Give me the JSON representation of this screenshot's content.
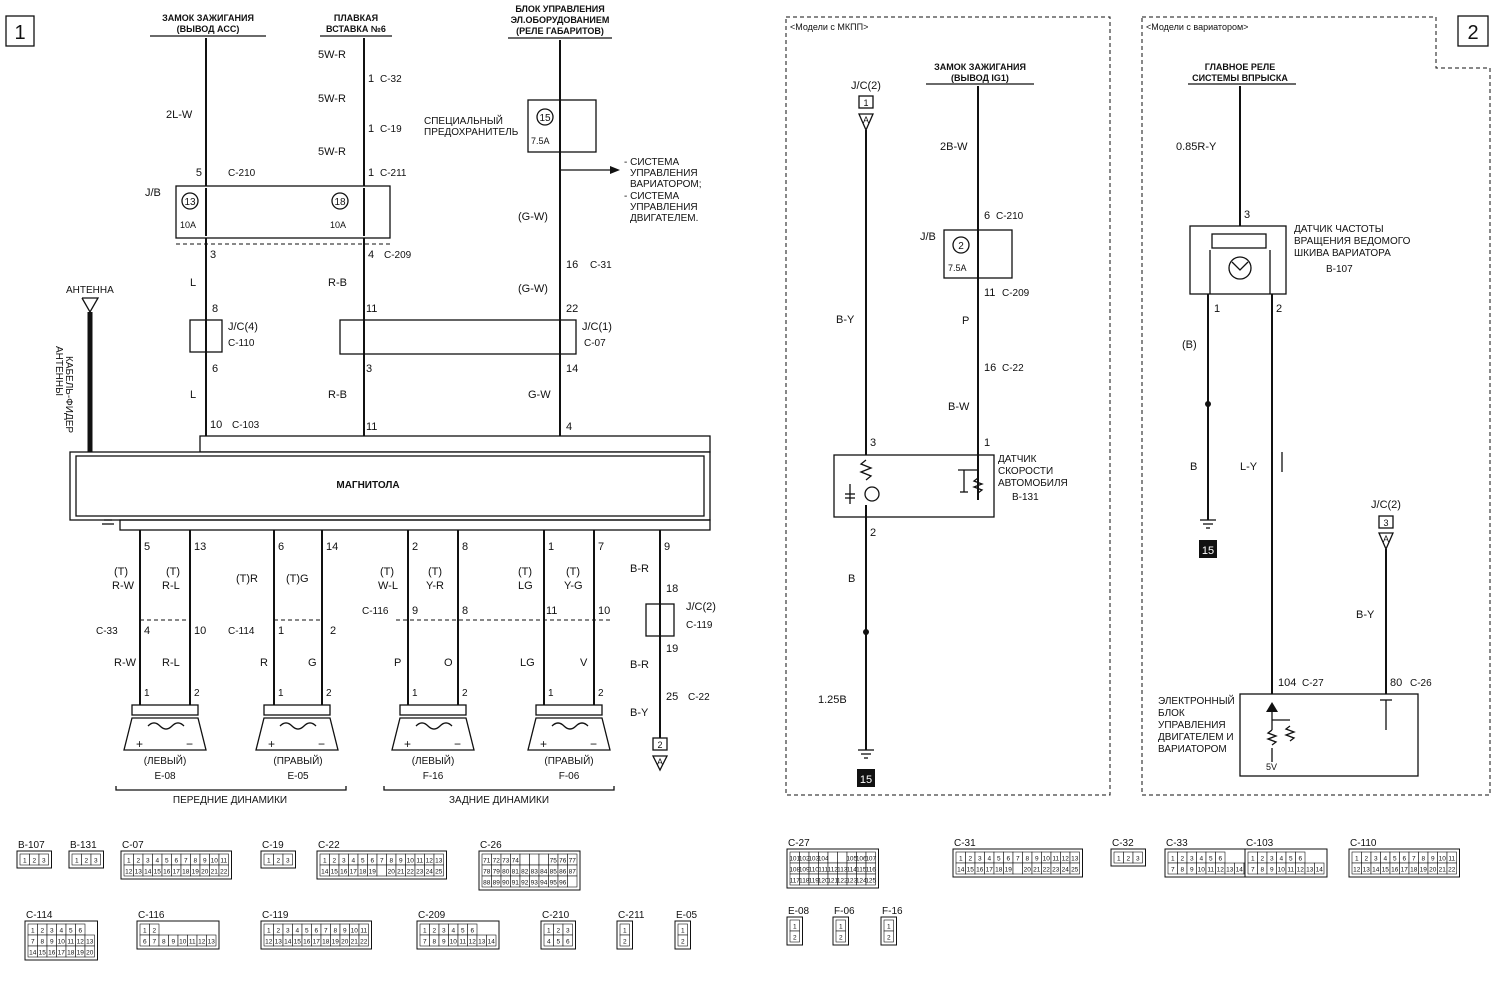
{
  "page_numbers": {
    "p1": "1",
    "p2": "2"
  },
  "top_labels": {
    "ign_acc": [
      "ЗАМОК ЗАЖИГАНИЯ",
      "(ВЫВОД АСС)"
    ],
    "fuse6": [
      "ПЛАВКАЯ",
      "ВСТАВКА №6"
    ],
    "ctrl_unit": [
      "БЛОК УПРАВЛЕНИЯ",
      "ЭЛ.ОБОРУДОВАНИЕМ",
      "(РЕЛЕ ГАБАРИТОВ)"
    ]
  },
  "special_fuse": {
    "label": [
      "СПЕЦИАЛЬНЫЙ",
      "ПРЕДОХРАНИТЕЛЬ"
    ],
    "num": "15",
    "rating": "7.5A"
  },
  "systems_note": [
    "- СИСТЕМА",
    "УПРАВЛЕНИЯ",
    "ВАРИАТОРОМ;",
    "- СИСТЕМА",
    "УПРАВЛЕНИЯ",
    "ДВИГАТЕЛЕМ."
  ],
  "jb": {
    "label": "J/B",
    "fuse1_num": "13",
    "fuse1_rating": "10A",
    "fuse2_num": "18",
    "fuse2_rating": "10A"
  },
  "wires1": {
    "w_2lw": "2L-W",
    "w_5wr_a": "5W-R",
    "w_5wr_b": "5W-R",
    "w_5wr_c": "5W-R",
    "w_l1": "L",
    "w_l2": "L",
    "w_rb1": "R-B",
    "w_rb2": "R-B",
    "w_gw1": "(G-W)",
    "w_gw2": "(G-W)",
    "w_gw3": "G-W"
  },
  "pins1": {
    "p5": "5",
    "p4": "4",
    "p3": "3",
    "p1a": "1",
    "p1b": "1",
    "p1c": "1",
    "p8": "8",
    "p6": "6",
    "p10": "10",
    "p11a": "11",
    "p3b": "3",
    "p11b": "11",
    "p16": "16",
    "p22": "22",
    "p14": "14",
    "p4b": "4"
  },
  "connectors1": {
    "c210": "C-210",
    "c211": "C-211",
    "c32": "C-32",
    "c19": "C-19",
    "c209": "C-209",
    "c31": "C-31",
    "c110": "C-110",
    "c07": "C-07",
    "c103": "C-103"
  },
  "jc": {
    "jc4": "J/C(4)",
    "jc1": "J/C(1)",
    "jc2": "J/C(2)"
  },
  "antenna": {
    "label": "АНТЕННА",
    "cable": [
      "КАБЕЛЬ-ФИДЕР",
      "АНТЕННЫ"
    ]
  },
  "radio": {
    "label": "МАГНИТОЛА"
  },
  "speaker_pins": [
    "5",
    "13",
    "6",
    "14",
    "2",
    "8",
    "1",
    "7",
    "9"
  ],
  "speaker_wires_top": [
    "(T)",
    "R-W",
    "(T)",
    "R-L",
    "(T)R",
    "(T)G",
    "(T)",
    "W-L",
    "(T)",
    "Y-R",
    "(T)",
    "LG",
    "(T)",
    "Y-G",
    "B-R"
  ],
  "speaker_conn": {
    "c33": "C-33",
    "c114": "C-114",
    "c116": "C-116",
    "c119": "C-119",
    "c22": "C-22"
  },
  "speaker_conn_pins": [
    "4",
    "10",
    "1",
    "2",
    "9",
    "8",
    "11",
    "10",
    "18",
    "19",
    "25"
  ],
  "speaker_wires_bottom": [
    "R-W",
    "R-L",
    "R",
    "G",
    "P",
    "O",
    "LG",
    "V",
    "B-R",
    "B-Y"
  ],
  "speaker_labels": {
    "fl": "(ЛЕВЫЙ)",
    "fr": "(ПРАВЫЙ)",
    "rl": "(ЛЕВЫЙ)",
    "rr": "(ПРАВЫЙ)",
    "e08": "E-08",
    "e05": "E-05",
    "f16": "F-16",
    "f06": "F-06",
    "front": "ПЕРЕДНИЕ ДИНАМИКИ",
    "rear": "ЗАДНИЕ ДИНАМИКИ",
    "plus": "+",
    "minus": "−",
    "one": "1",
    "two": "2",
    "ref2": "2",
    "refA": "A"
  },
  "section_mt": {
    "title": "<Модели с МКПП>",
    "jc2": "J/C(2)",
    "ref1": "1",
    "refA": "A",
    "ign": [
      "ЗАМОК ЗАЖИГАНИЯ",
      "(ВЫВОД IG1)"
    ],
    "w_2bw": "2B-W",
    "p6": "6",
    "c210": "C-210",
    "jb": "J/B",
    "fuse_num": "2",
    "fuse_rating": "7.5A",
    "p11": "11",
    "c209": "C-209",
    "w_p": "P",
    "p16": "16",
    "c22": "C-22",
    "w_bw": "B-W",
    "p1": "1",
    "w_by": "B-Y",
    "p3": "3",
    "p2": "2",
    "w_b": "B",
    "w_125b": "1.25B",
    "ground": "15",
    "sensor": [
      "ДАТЧИК",
      "СКОРОСТИ",
      "АВТОМОБИЛЯ"
    ],
    "b131": "B-131"
  },
  "section_cvt": {
    "title": "<Модели с вариатором>",
    "relay": [
      "ГЛАВНОЕ РЕЛЕ",
      "СИСТЕМЫ ВПРЫСКА"
    ],
    "w_085ry": "0.85R-Y",
    "p3": "3",
    "sensor": [
      "ДАТЧИК ЧАСТОТЫ",
      "ВРАЩЕНИЯ ВЕДОМОГО",
      "ШКИВА ВАРИАТОРА"
    ],
    "b107": "B-107",
    "p1": "1",
    "p2": "2",
    "w_bp": "(B)",
    "w_b": "B",
    "w_ly": "L-Y",
    "ground": "15",
    "jc2": "J/C(2)",
    "ref3": "3",
    "refA": "A",
    "w_by": "B-Y",
    "p104": "104",
    "c27": "C-27",
    "p80": "80",
    "c26": "C-26",
    "ecu": [
      "ЭЛЕКТРОННЫЙ",
      "БЛОК",
      "УПРАВЛЕНИЯ",
      "ДВИГАТЕЛЕМ И",
      "ВАРИАТОРОМ"
    ],
    "v5": "5V"
  },
  "connector_legend": [
    {
      "id": "B-107",
      "rows": [
        [
          "1",
          "2",
          "3"
        ]
      ]
    },
    {
      "id": "B-131",
      "rows": [
        [
          "1",
          "2",
          "3"
        ]
      ]
    },
    {
      "id": "C-07",
      "rows": [
        [
          "1",
          "2",
          "3",
          "4",
          "5",
          "6",
          "7",
          "8",
          "9",
          "10",
          "11"
        ],
        [
          "12",
          "13",
          "14",
          "15",
          "16",
          "17",
          "18",
          "19",
          "20",
          "21",
          "22"
        ]
      ]
    },
    {
      "id": "C-19",
      "rows": [
        [
          "1",
          "2",
          "3"
        ]
      ]
    },
    {
      "id": "C-22",
      "rows": [
        [
          "1",
          "2",
          "3",
          "4",
          "5",
          "6",
          "7",
          "8",
          "9",
          "10",
          "11",
          "12",
          "13"
        ],
        [
          "14",
          "15",
          "16",
          "17",
          "18",
          "19",
          "",
          "20",
          "21",
          "22",
          "23",
          "24",
          "25"
        ]
      ]
    },
    {
      "id": "C-26",
      "rows": [
        [
          "71",
          "72",
          "73",
          "74",
          "",
          "",
          "",
          "75",
          "76",
          "77"
        ],
        [
          "78",
          "79",
          "80",
          "81",
          "82",
          "83",
          "84",
          "85",
          "86",
          "87"
        ],
        [
          "88",
          "89",
          "90",
          "91",
          "92",
          "93",
          "94",
          "95",
          "96",
          ""
        ]
      ]
    },
    {
      "id": "C-27",
      "rows": [
        [
          "101",
          "102",
          "103",
          "104",
          "",
          "",
          "105",
          "106",
          "107"
        ],
        [
          "108",
          "109",
          "110",
          "111",
          "112",
          "113",
          "114",
          "115",
          "116"
        ],
        [
          "117",
          "118",
          "119",
          "120",
          "121",
          "122",
          "123",
          "124",
          "125"
        ]
      ]
    },
    {
      "id": "C-31",
      "rows": [
        [
          "1",
          "2",
          "3",
          "4",
          "5",
          "6",
          "7",
          "8",
          "9",
          "10",
          "11",
          "12",
          "13"
        ],
        [
          "14",
          "15",
          "16",
          "17",
          "18",
          "19",
          "",
          "20",
          "21",
          "22",
          "23",
          "24",
          "25"
        ]
      ]
    },
    {
      "id": "C-32",
      "rows": [
        [
          "1",
          "2",
          "3"
        ]
      ]
    },
    {
      "id": "C-33",
      "rows": [
        [
          "1",
          "2",
          "3",
          "4",
          "5",
          "6"
        ],
        [
          "7",
          "8",
          "9",
          "10",
          "11",
          "12",
          "13",
          "14",
          "15",
          "16"
        ]
      ]
    },
    {
      "id": "C-103",
      "rows": [
        [
          "1",
          "2",
          "3",
          "4",
          "5",
          "6"
        ],
        [
          "7",
          "8",
          "9",
          "10",
          "11",
          "12",
          "13",
          "14"
        ]
      ]
    },
    {
      "id": "C-110",
      "rows": [
        [
          "1",
          "2",
          "3",
          "4",
          "5",
          "6",
          "7",
          "8",
          "9",
          "10",
          "11"
        ],
        [
          "12",
          "13",
          "14",
          "15",
          "16",
          "17",
          "18",
          "19",
          "20",
          "21",
          "22"
        ]
      ]
    },
    {
      "id": "C-114",
      "rows": [
        [
          "1",
          "2",
          "3",
          "4",
          "5",
          "6"
        ],
        [
          "7",
          "8",
          "9",
          "10",
          "11",
          "12",
          "13"
        ],
        [
          "14",
          "15",
          "16",
          "17",
          "18",
          "19",
          "20"
        ]
      ]
    },
    {
      "id": "C-116",
      "rows": [
        [
          "1",
          "2"
        ],
        [
          "6",
          "7",
          "8",
          "9",
          "10",
          "11",
          "12",
          "13"
        ]
      ]
    },
    {
      "id": "C-119",
      "rows": [
        [
          "1",
          "2",
          "3",
          "4",
          "5",
          "6",
          "7",
          "8",
          "9",
          "10",
          "11"
        ],
        [
          "12",
          "13",
          "14",
          "15",
          "16",
          "17",
          "18",
          "19",
          "20",
          "21",
          "22"
        ]
      ]
    },
    {
      "id": "C-209",
      "rows": [
        [
          "1",
          "2",
          "3",
          "4",
          "5",
          "6"
        ],
        [
          "7",
          "8",
          "9",
          "10",
          "11",
          "12",
          "13",
          "14"
        ]
      ]
    },
    {
      "id": "C-210",
      "rows": [
        [
          "1",
          "2",
          "3"
        ],
        [
          "4",
          "5",
          "6"
        ]
      ]
    },
    {
      "id": "C-211",
      "rows": [
        [
          "1"
        ],
        [
          "2"
        ]
      ]
    },
    {
      "id": "E-05",
      "rows": [
        [
          "1"
        ],
        [
          "2"
        ]
      ]
    },
    {
      "id": "E-08",
      "rows": [
        [
          "1"
        ],
        [
          "2"
        ]
      ]
    },
    {
      "id": "F-06",
      "rows": [
        [
          "1"
        ],
        [
          "2"
        ]
      ]
    },
    {
      "id": "F-16",
      "rows": [
        [
          "1"
        ],
        [
          "2"
        ]
      ]
    }
  ]
}
